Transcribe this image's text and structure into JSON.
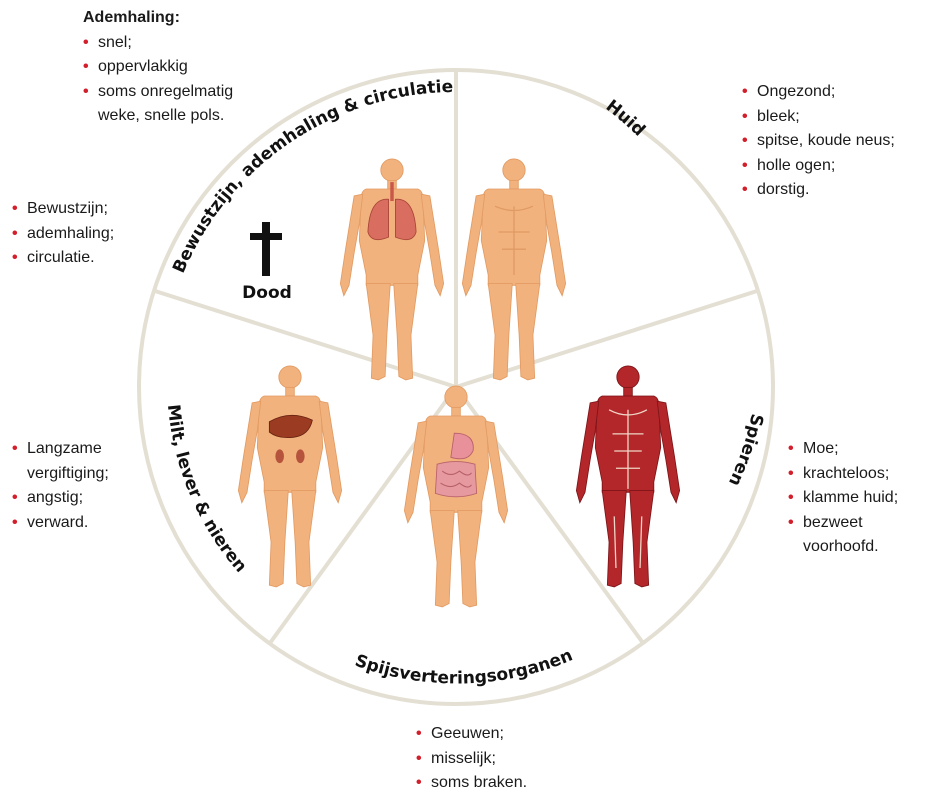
{
  "colors": {
    "ring": "#e4dfd3",
    "skin": "#f2b27d",
    "skin_shade": "#e29b63",
    "muscle": "#b3262a",
    "bullet": "#d21f2b",
    "organ_lung": "#d96d5f",
    "organ_liver": "#9a3b22",
    "organ_gut": "#e69aa0"
  },
  "segments": {
    "breathing": "Bewustzijn, ademhaling & circulatie",
    "skin": "Huid",
    "muscles": "Spieren",
    "digestive": "Spijsverteringsorganen",
    "organs": "Milt, lever & nieren"
  },
  "dood_label": "Dood",
  "notes": {
    "breathing": {
      "title": "Ademhaling:",
      "items": [
        "snel;",
        "oppervlakkig",
        "soms onregelmatig"
      ],
      "extra": "weke, snelle pols."
    },
    "consciousness": {
      "items": [
        "Bewustzijn;",
        "ademhaling;",
        "circulatie."
      ]
    },
    "skin": {
      "items": [
        "Ongezond;",
        "bleek;",
        "spitse, koude neus;",
        "holle ogen;",
        "dorstig."
      ]
    },
    "poisoning": {
      "items": [
        "Langzame vergiftiging;",
        "angstig;",
        "verward."
      ]
    },
    "muscles": {
      "items": [
        "Moe;",
        "krachteloos;",
        "klamme huid;",
        "bezweet voorhoofd."
      ]
    },
    "digestive": {
      "items": [
        "Geeuwen;",
        "misselijk;",
        "soms braken."
      ]
    }
  },
  "icons": {
    "cross": "cross-icon",
    "figures": [
      "body-figure-lungs",
      "body-figure-skin",
      "body-figure-muscles",
      "body-figure-digestive",
      "body-figure-liver"
    ]
  }
}
